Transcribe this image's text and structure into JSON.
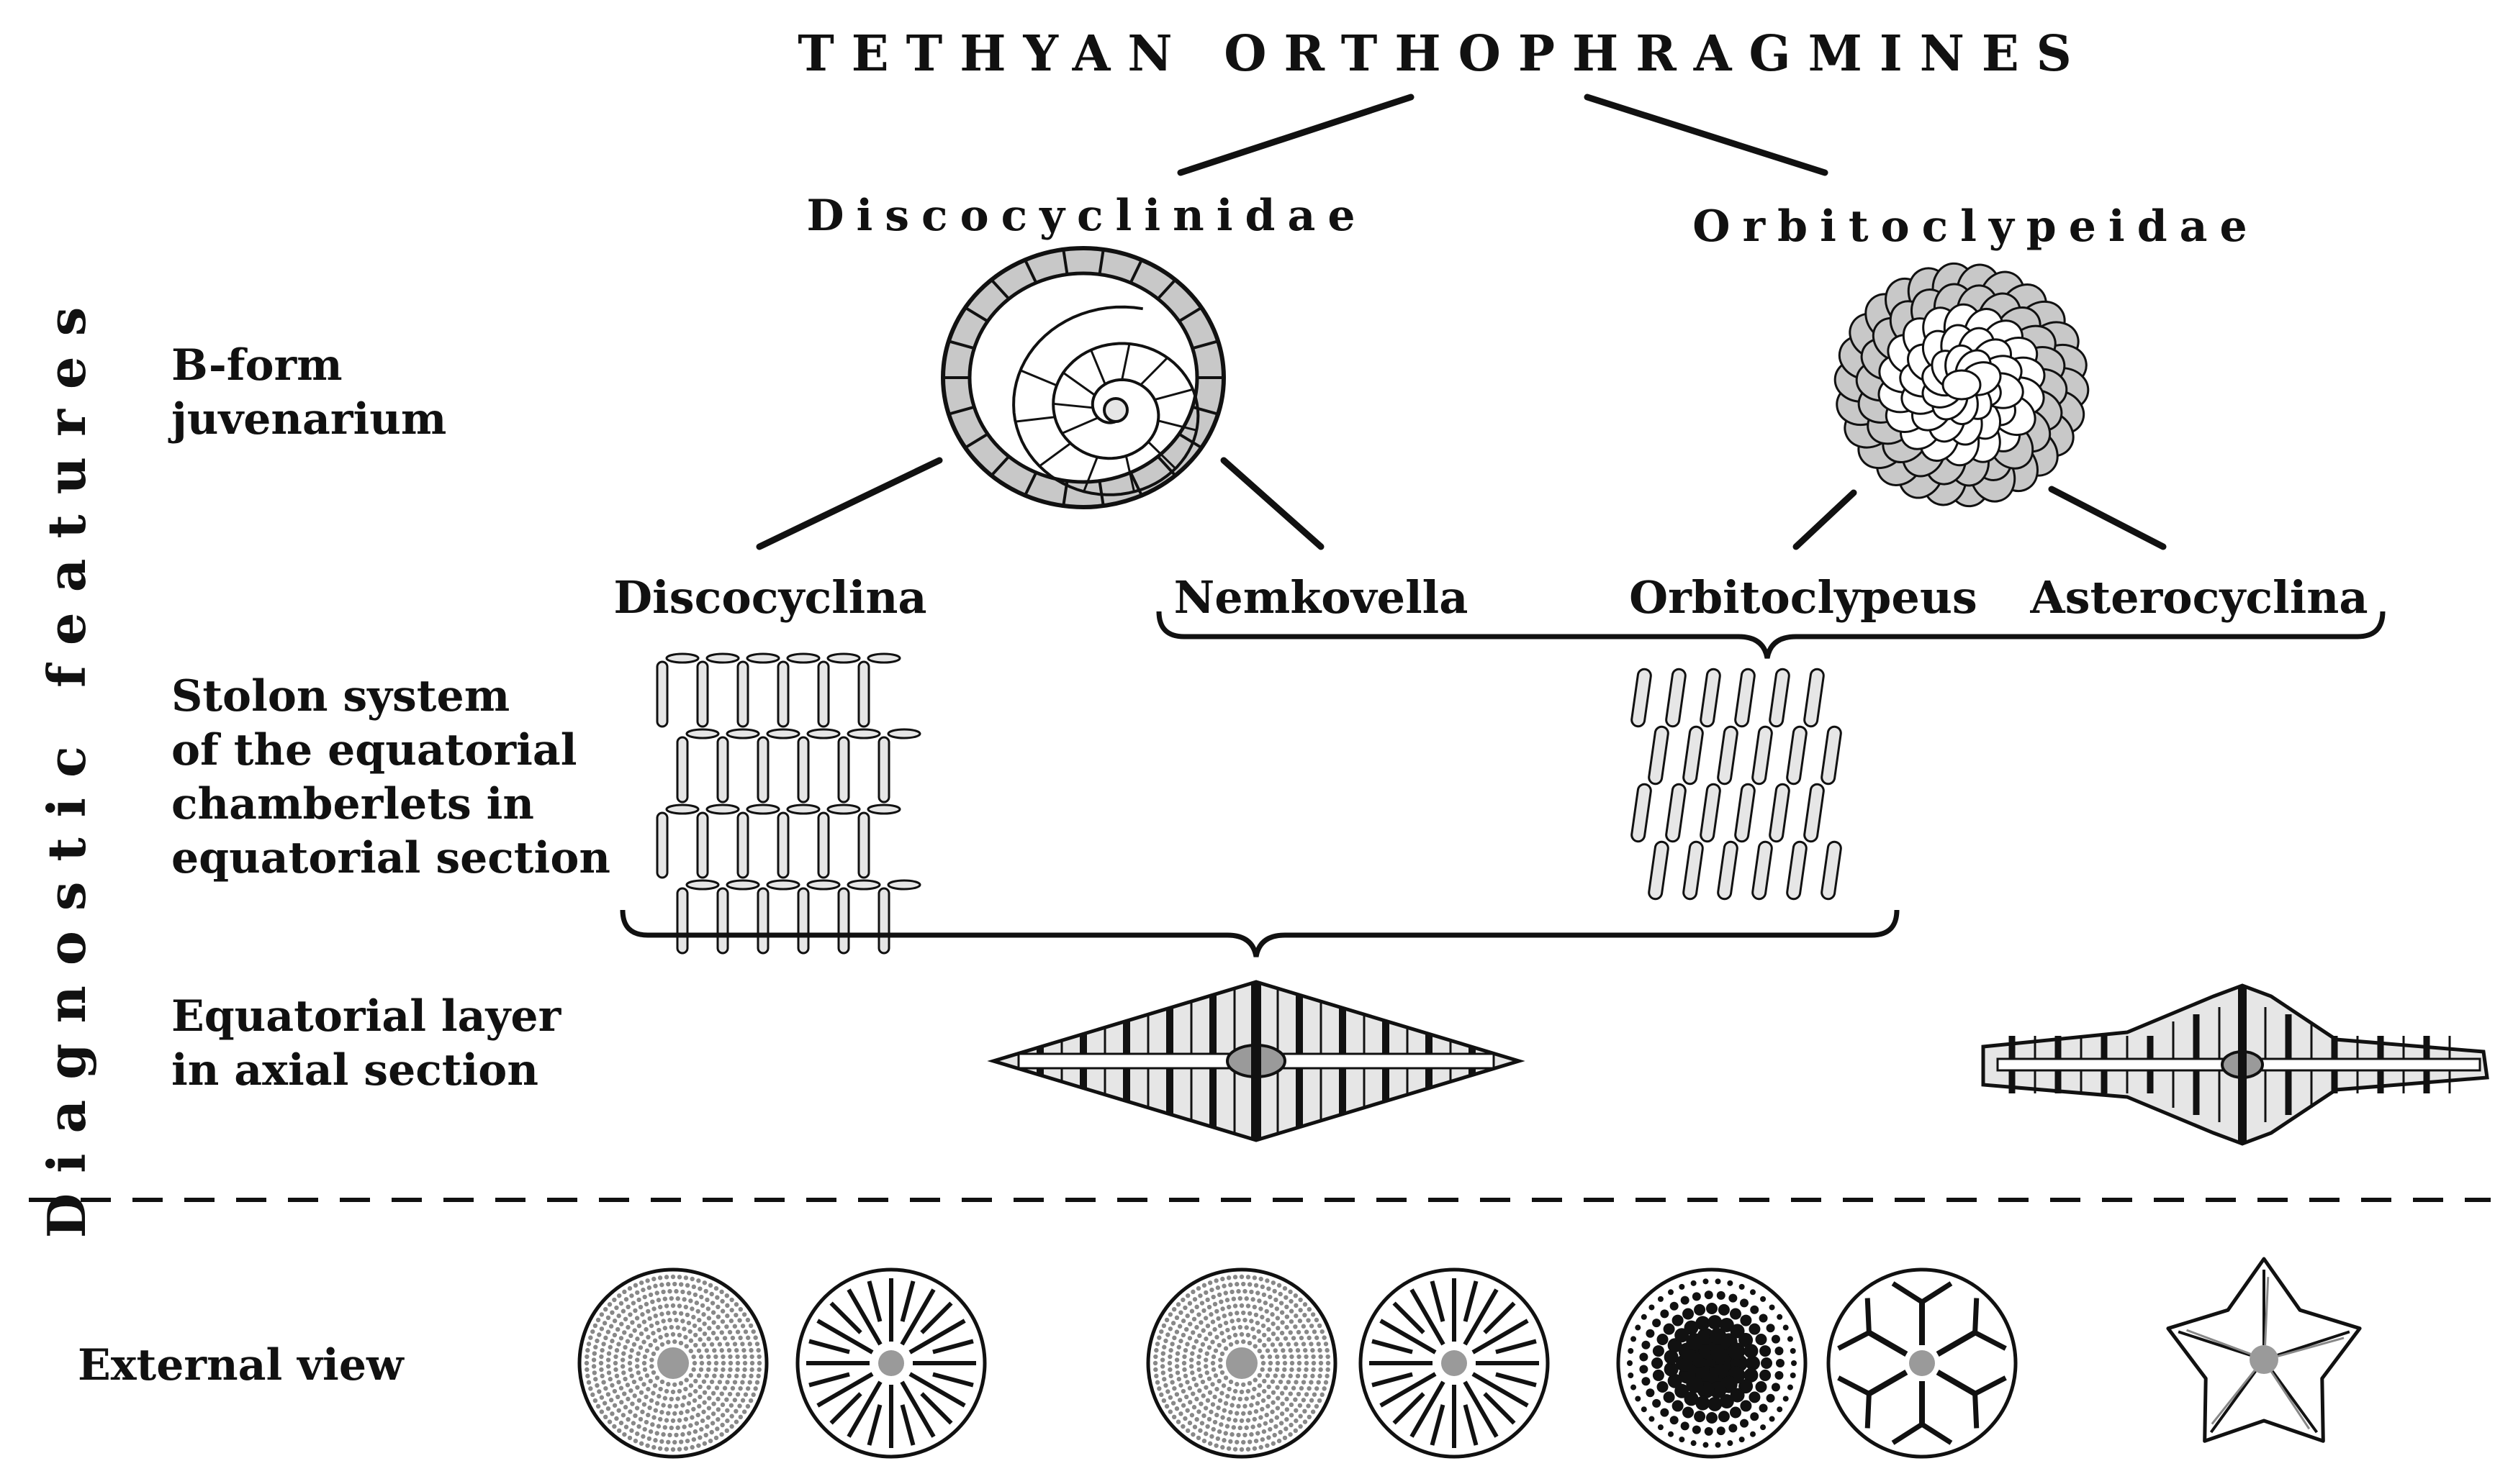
{
  "title": "TETHYAN ORTHOPHRAGMINES",
  "families": {
    "left": "Discocyclinidae",
    "right": "Orbitoclypeidae"
  },
  "genera": [
    "Discocyclina",
    "Nemkovella",
    "Orbitoclypeus",
    "Asterocyclina"
  ],
  "rows": {
    "vertical_label": "Diagnostic features",
    "juvenarium": [
      "B-form",
      "juvenarium"
    ],
    "stolon": [
      "Stolon system",
      "of the equatorial",
      "chamberlets in",
      "equatorial section"
    ],
    "equatorial": [
      "Equatorial layer",
      "in axial section"
    ],
    "external": "External view"
  },
  "icons": {
    "juvenarium_left": "discocyclinid-juvenarium-icon",
    "juvenarium_right": "orbitoclypeid-juvenarium-icon",
    "stolon_left": "annular-stolon-icon",
    "stolon_right": "diagonal-stolon-icon",
    "axial_left": "lenticular-axial-section-icon",
    "axial_right": "stellate-axial-section-icon",
    "external": [
      "dotted-test-icon",
      "radial-ribbed-test-icon",
      "dotted-test-icon",
      "radial-ribbed-test-icon",
      "pustulate-test-icon",
      "branched-rib-test-icon",
      "star-shaped-test-icon"
    ]
  },
  "colors": {
    "ink": "#111111",
    "gray_fill": "#c8c8c8",
    "light_fill": "#e6e6e6",
    "center_gray": "#9a9a9a"
  }
}
